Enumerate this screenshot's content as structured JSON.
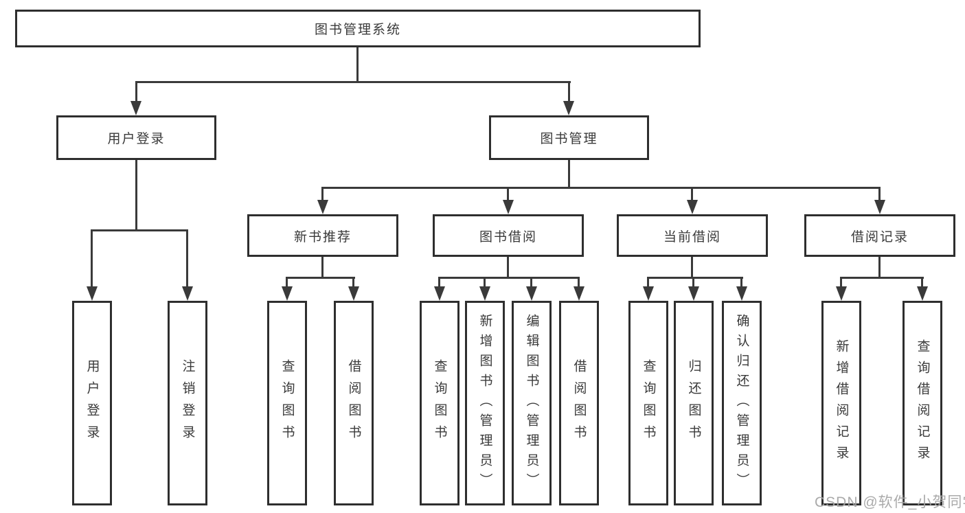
{
  "diagram": {
    "type": "tree-diagram",
    "colors": {
      "line": "#3a3a3a",
      "box_border": "#2e2e2e",
      "box_fill": "#ffffff",
      "text": "#3a3a3a",
      "watermark": "#a5a5a5"
    },
    "nodes": {
      "root": {
        "label": "图书管理系统"
      },
      "branches": [
        {
          "label": "用户登录",
          "children": [
            {
              "label": "用户登录"
            },
            {
              "label": "注销登录"
            }
          ]
        },
        {
          "label": "图书管理",
          "children": [
            {
              "label": "新书推荐",
              "children": [
                {
                  "label": "查询图书"
                },
                {
                  "label": "借阅图书"
                }
              ]
            },
            {
              "label": "图书借阅",
              "children": [
                {
                  "label": "查询图书"
                },
                {
                  "label": "新增图书（管理员）"
                },
                {
                  "label": "编辑图书（管理员）"
                },
                {
                  "label": "借阅图书"
                }
              ]
            },
            {
              "label": "当前借阅",
              "children": [
                {
                  "label": "查询图书"
                },
                {
                  "label": "归还图书"
                },
                {
                  "label": "确认归还（管理员）"
                }
              ]
            },
            {
              "label": "借阅记录",
              "children": [
                {
                  "label": "新增借阅记录"
                },
                {
                  "label": "查询借阅记录"
                }
              ]
            }
          ]
        }
      ]
    },
    "watermark": "CSDN @软件_小贺同学"
  }
}
